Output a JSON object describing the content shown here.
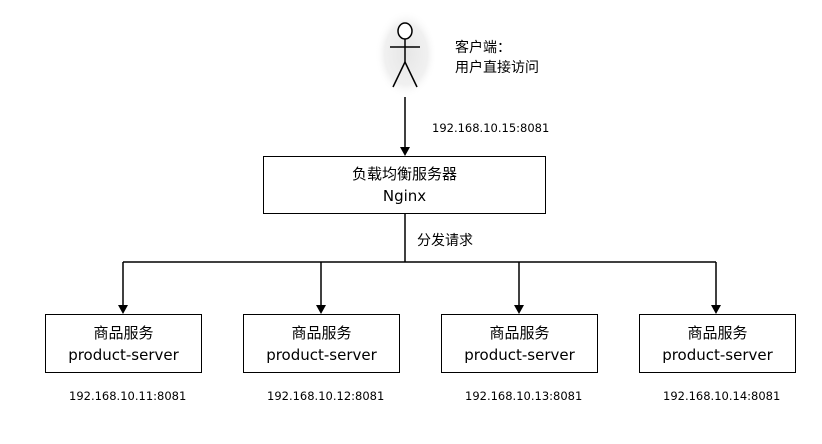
{
  "client": {
    "label_line1": "客户端：",
    "label_line2": "用户直接访问",
    "address": "192.168.10.15:8081",
    "icon": "stick-figure-user-icon"
  },
  "load_balancer": {
    "title": "负载均衡服务器",
    "subtitle": "Nginx"
  },
  "dispatch_label": "分发请求",
  "servers": [
    {
      "title": "商品服务",
      "name": "product-server",
      "address": "192.168.10.11:8081"
    },
    {
      "title": "商品服务",
      "name": "product-server",
      "address": "192.168.10.12:8081"
    },
    {
      "title": "商品服务",
      "name": "product-server",
      "address": "192.168.10.13:8081"
    },
    {
      "title": "商品服务",
      "name": "product-server",
      "address": "192.168.10.14:8081"
    }
  ],
  "colors": {
    "stroke": "#000000",
    "background": "#ffffff",
    "glow": "#e6e6e6"
  }
}
